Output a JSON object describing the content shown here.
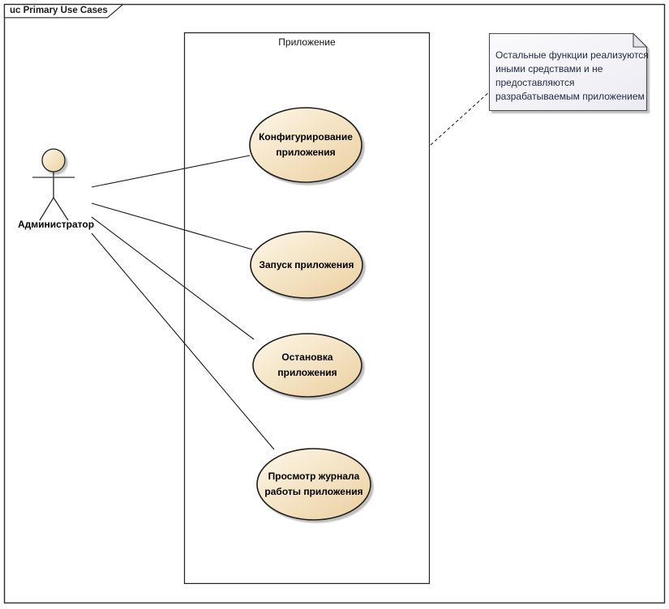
{
  "diagram": {
    "frame_title": "uc Primary Use Cases",
    "boundary_label": "Приложение",
    "actor": {
      "label": "Администратор"
    },
    "use_cases": [
      {
        "label": "Конфигурирование приложения"
      },
      {
        "label": "Запуск приложения"
      },
      {
        "label": "Остановка приложения"
      },
      {
        "label": "Просмотр журнала работы приложения"
      }
    ],
    "note": {
      "lines": [
        "Остальные функции реализуются",
        "иными средствами и не",
        "предоставляются",
        "разрабатываемым приложением"
      ]
    },
    "colors": {
      "usecase_fill_start": "#fdf7e8",
      "usecase_fill_end": "#ebcf9f",
      "note_fill_start": "#fbfbfd",
      "note_fill_end": "#ebebf2",
      "note_text": "#1f2a44",
      "outline": "#1a1a1a",
      "shadow": "#8a8a8a"
    }
  }
}
